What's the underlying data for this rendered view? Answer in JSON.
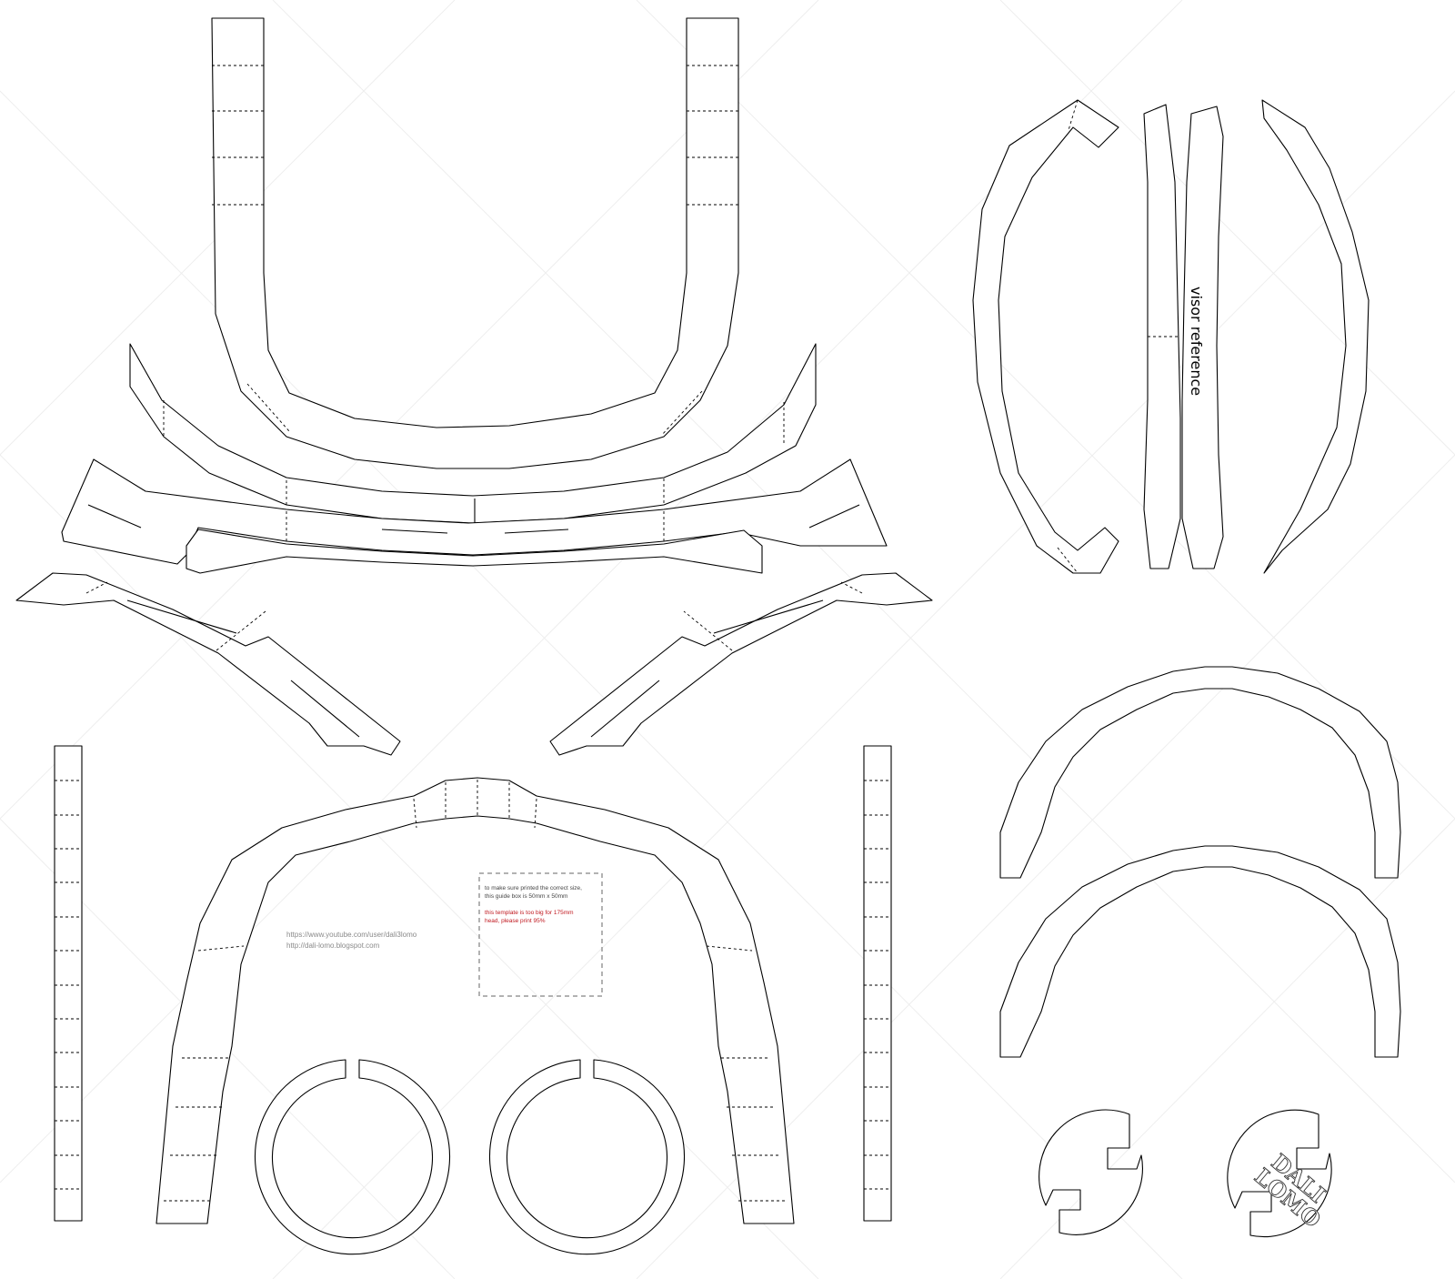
{
  "labels": {
    "visor_reference": "visor reference",
    "url_youtube": "https://www.youtube.com/user/dali3lomo",
    "url_blog": "http://dali-lomo.blogspot.com",
    "size_note_line1": "to make sure printed the correct size,",
    "size_note_line2": "this guide box is 50mm x 50mm",
    "warning_line1": "this template is too big for 175mm",
    "warning_line2": "head, please print 95%"
  },
  "logo": {
    "line1": "DALI",
    "line2": "LOMO"
  },
  "colors": {
    "line": "#000000",
    "warning": "#c0181f",
    "url": "#8a8a8a",
    "guide_box": "#666666",
    "background_pattern": "#eeeeee"
  }
}
